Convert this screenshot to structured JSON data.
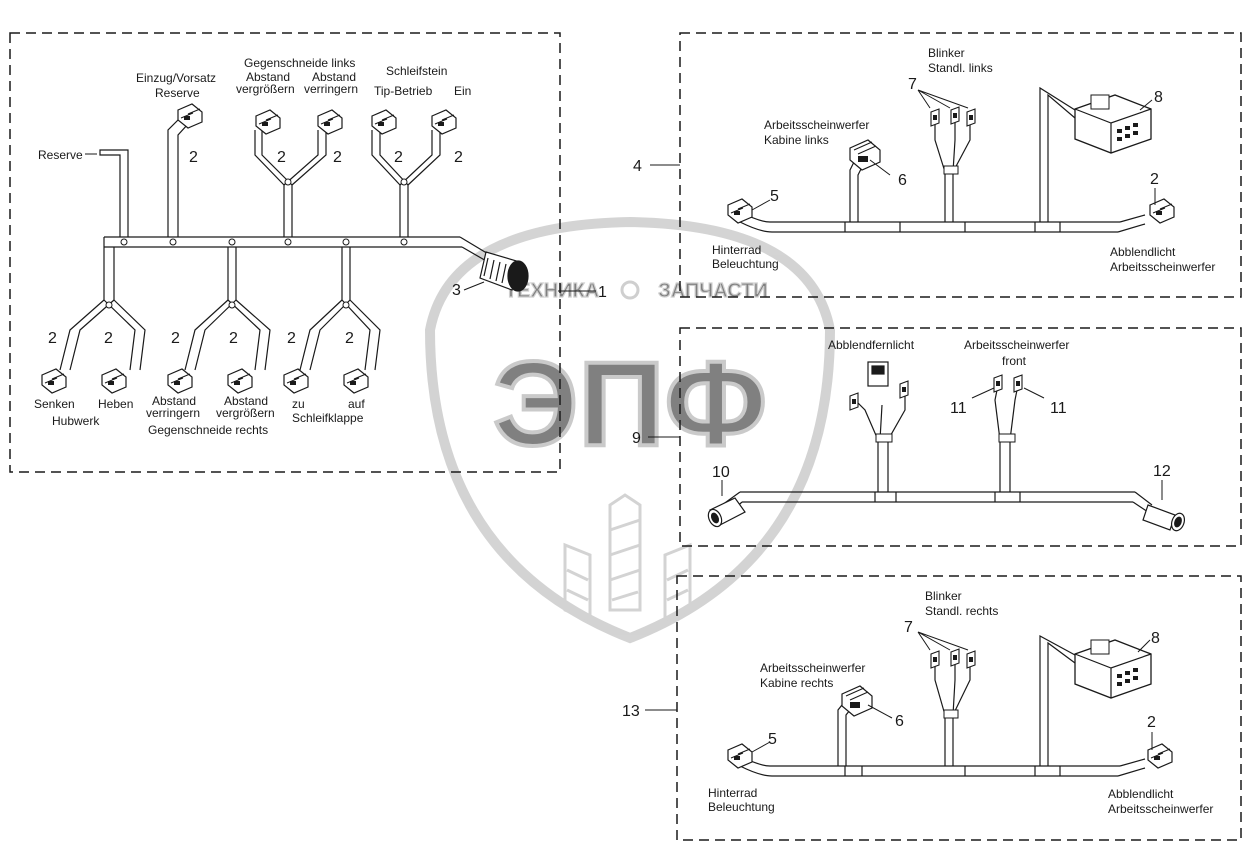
{
  "watermark": {
    "left_word": "ТЕХНИКА",
    "right_word": "ЗАПЧАСТИ",
    "logo": "ЭПФ"
  },
  "box_main": {
    "callout": "1",
    "labels": {
      "reserve_side": "Reserve",
      "einzug_1": "Einzug/Vorsatz",
      "einzug_2": "Reserve",
      "gegen_links": "Gegenschneide links",
      "abstand_vg_1": "Abstand",
      "abstand_vg_2": "vergrößern",
      "abstand_vr_1": "Abstand",
      "abstand_vr_2": "verringern",
      "schleifstein": "Schleifstein",
      "tip_betrieb": "Tip-Betrieb",
      "ein": "Ein",
      "senken": "Senken",
      "hubwerk": "Hubwerk",
      "heben": "Heben",
      "abstand_vr2_1": "Abstand",
      "abstand_vr2_2": "verringern",
      "abstand_vg2_1": "Abstand",
      "abstand_vg2_2": "vergrößern",
      "gegen_rechts": "Gegenschneide rechts",
      "zu": "zu",
      "auf": "auf",
      "schleifklappe": "Schleifklappe"
    },
    "connector_num": "2",
    "plug_num": "3"
  },
  "box_left_cab": {
    "callout": "4",
    "blinker": "Blinker",
    "standl": "Standl. links",
    "arbeit_1": "Arbeitsscheinwerfer",
    "arbeit_2": "Kabine links",
    "hinterrad_1": "Hinterrad",
    "hinterrad_2": "Beleuchtung",
    "abblend_1": "Abblendlicht",
    "abblend_2": "Arbeitsscheinwerfer",
    "n7": "7",
    "n8": "8",
    "n6": "6",
    "n5": "5",
    "n2": "2"
  },
  "box_front": {
    "callout": "9",
    "abblendfern": "Abblendfernlicht",
    "arbeit_1": "Arbeitsscheinwerfer",
    "arbeit_2": "front",
    "n11": "11",
    "n10": "10",
    "n12": "12"
  },
  "box_right_cab": {
    "callout": "13",
    "blinker": "Blinker",
    "standl": "Standl. rechts",
    "arbeit_1": "Arbeitsscheinwerfer",
    "arbeit_2": "Kabine rechts",
    "hinterrad_1": "Hinterrad",
    "hinterrad_2": "Beleuchtung",
    "abblend_1": "Abblendlicht",
    "abblend_2": "Arbeitsscheinwerfer",
    "n7": "7",
    "n8": "8",
    "n6": "6",
    "n5": "5",
    "n2": "2"
  },
  "colors": {
    "line": "#1a1a1a",
    "watermark": "#b8b8b8"
  }
}
